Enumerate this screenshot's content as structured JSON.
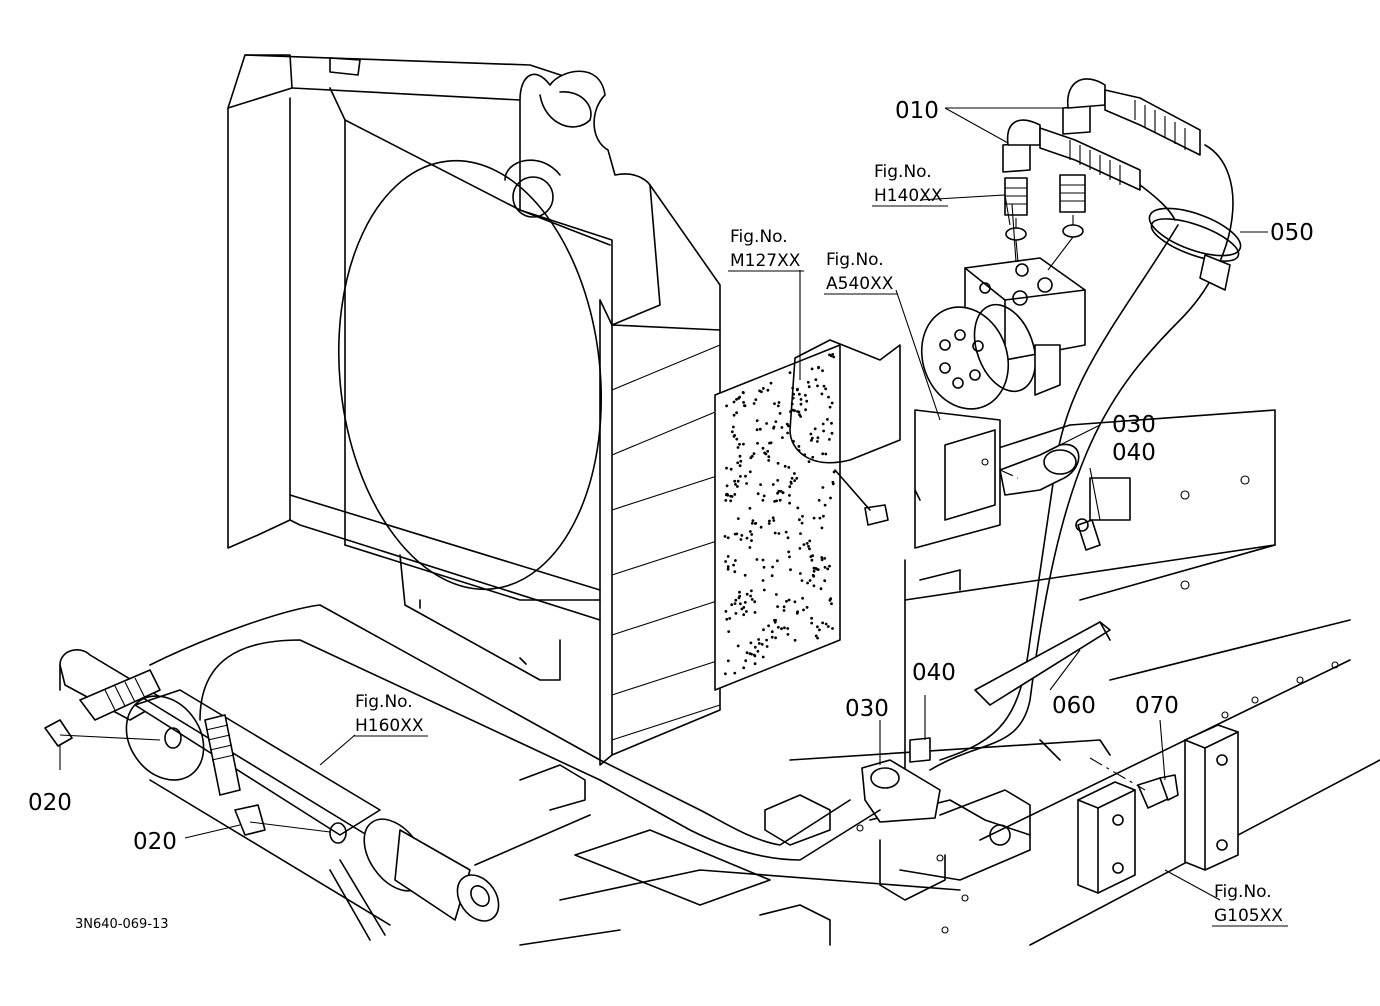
{
  "drawing": {
    "code": "3N640-069-13",
    "part_numbers": {
      "p010": "010",
      "p020a": "020",
      "p020b": "020",
      "p030a": "030",
      "p030b": "030",
      "p040a": "040",
      "p040b": "040",
      "p050": "050",
      "p060": "060",
      "p070": "070"
    },
    "figure_refs": [
      {
        "label": "Fig.No.",
        "code": "H140XX"
      },
      {
        "label": "Fig.No.",
        "code": "M127XX"
      },
      {
        "label": "Fig.No.",
        "code": "A540XX"
      },
      {
        "label": "Fig.No.",
        "code": "H160XX"
      },
      {
        "label": "Fig.No.",
        "code": "G105XX"
      }
    ]
  }
}
